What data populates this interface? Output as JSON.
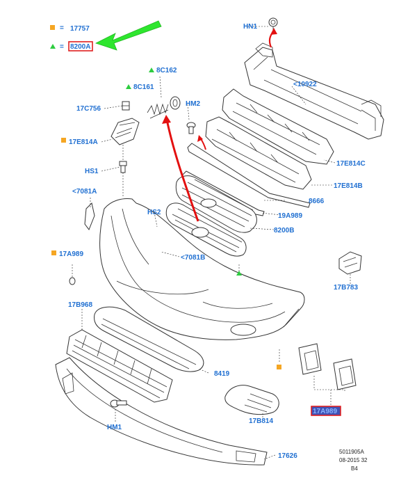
{
  "legend": {
    "square_label": "17757",
    "triangle_label": "8200A",
    "equals": "="
  },
  "callouts": {
    "hn1": "HN1",
    "c10922": "<10922",
    "c8c162": "8C162",
    "c8c161": "8C161",
    "c17c756": "17C756",
    "hm2": "HM2",
    "c17e814a": "17E814A",
    "c17e814c": "17E814C",
    "c17e814b": "17E814B",
    "hs1": "HS1",
    "c7081a": "<7081A",
    "c8666": "8666",
    "c19a989": "19A989",
    "hs2": "HS2",
    "c8200b": "8200B",
    "c7081b": "<7081B",
    "c17a989": "17A989",
    "c17b783": "17B783",
    "c17b968": "17B968",
    "c8419": "8419",
    "c17b814": "17B814",
    "c17a989b": "17A989",
    "hm1": "HM1",
    "c17626": "17626"
  },
  "footer": {
    "line1": "5011905A",
    "line2": "08-2015 32",
    "line3": "B4"
  },
  "colors": {
    "label_blue": "#1f6fd1",
    "marker_orange": "#f5a623",
    "marker_green": "#2ecc40",
    "highlight_red": "#e02020",
    "highlight_fill": "#3f51b5",
    "arrow_red": "#e31010",
    "arrow_green": "#2ee62e"
  }
}
